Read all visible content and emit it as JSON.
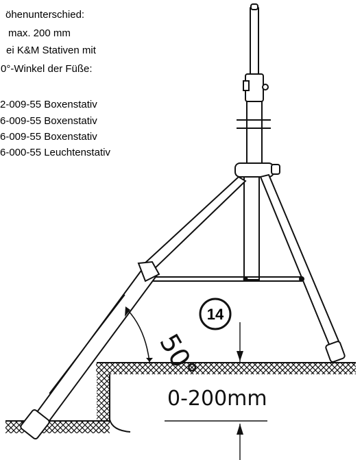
{
  "instructions": {
    "line1": "öhenunterschied:",
    "line2": "max. 200 mm",
    "line3": "ei K&M Stativen mit",
    "line4": "0°-Winkel der Füße:"
  },
  "models": [
    "2-009-55 Boxenstativ",
    "6-009-55 Boxenstativ",
    "6-009-55 Boxenstativ",
    "6-000-55 Leuchtenstativ"
  ],
  "callout_number": "14",
  "angle_label": "50°",
  "dimension_label": "0-200mm",
  "colors": {
    "line": "#111111",
    "background": "#ffffff"
  }
}
